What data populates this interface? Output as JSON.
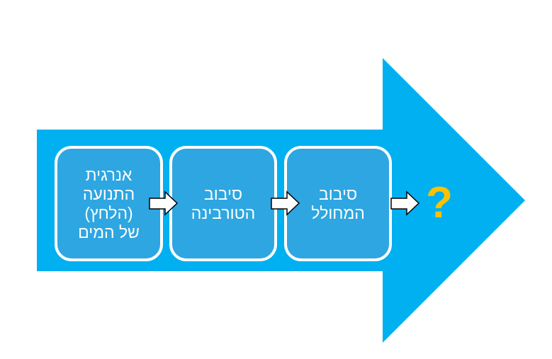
{
  "colors": {
    "arrow": "#00B0F0",
    "box": "#2EA6E1",
    "question": "#FFC000"
  },
  "steps": [
    {
      "lines": [
        "אנרגית",
        "התנועה",
        "(הלחץ)",
        "של המים"
      ]
    },
    {
      "lines": [
        "סיבוב",
        "הטורבינה"
      ]
    },
    {
      "lines": [
        "סיבוב",
        "המחולל"
      ]
    }
  ],
  "result": {
    "label": "?"
  }
}
